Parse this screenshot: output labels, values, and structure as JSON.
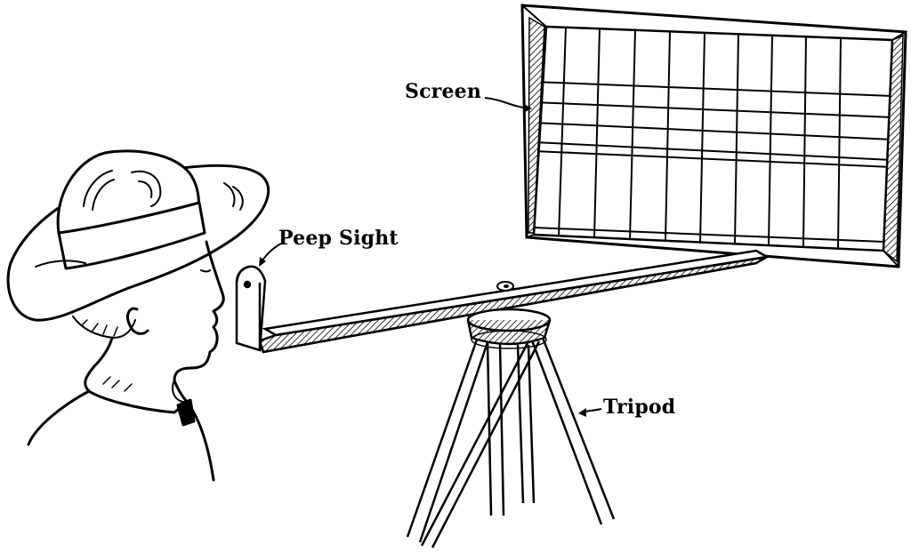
{
  "labels": {
    "screen": "Screen",
    "peep_sight": "Peep Sight",
    "tripod": "Tripod"
  },
  "colors": {
    "ink": "#000000",
    "paper": "#ffffff"
  }
}
